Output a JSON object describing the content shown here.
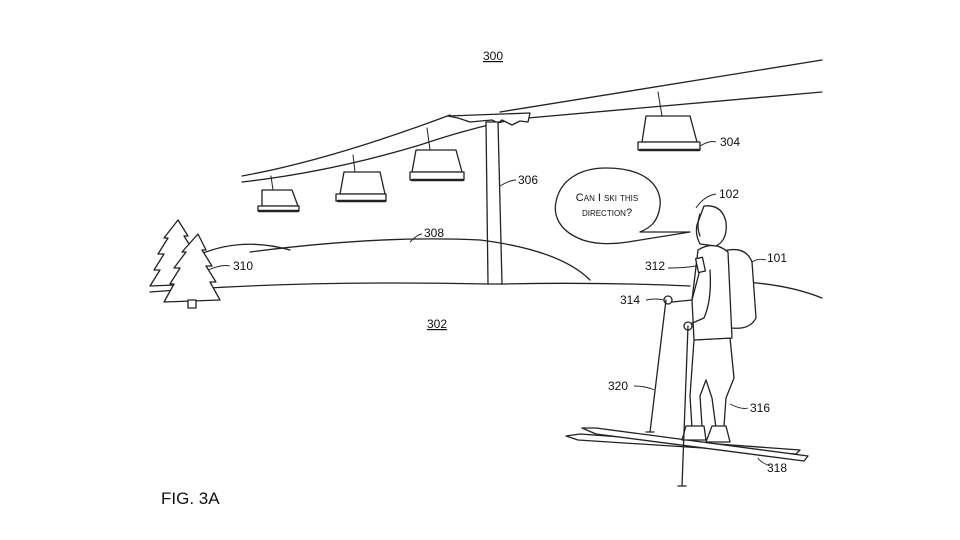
{
  "figure": {
    "title": "FIG. 3A",
    "labels": {
      "scene": "300",
      "ground": "302",
      "chair": "304",
      "tower": "306",
      "hill": "308",
      "trees": "310",
      "device": "312",
      "hand": "314",
      "legs": "316",
      "skis": "318",
      "pole": "320",
      "user": "102",
      "backpack": "101"
    },
    "speech_bubble": {
      "line1": "Can I ski this",
      "line2": "direction?"
    }
  }
}
